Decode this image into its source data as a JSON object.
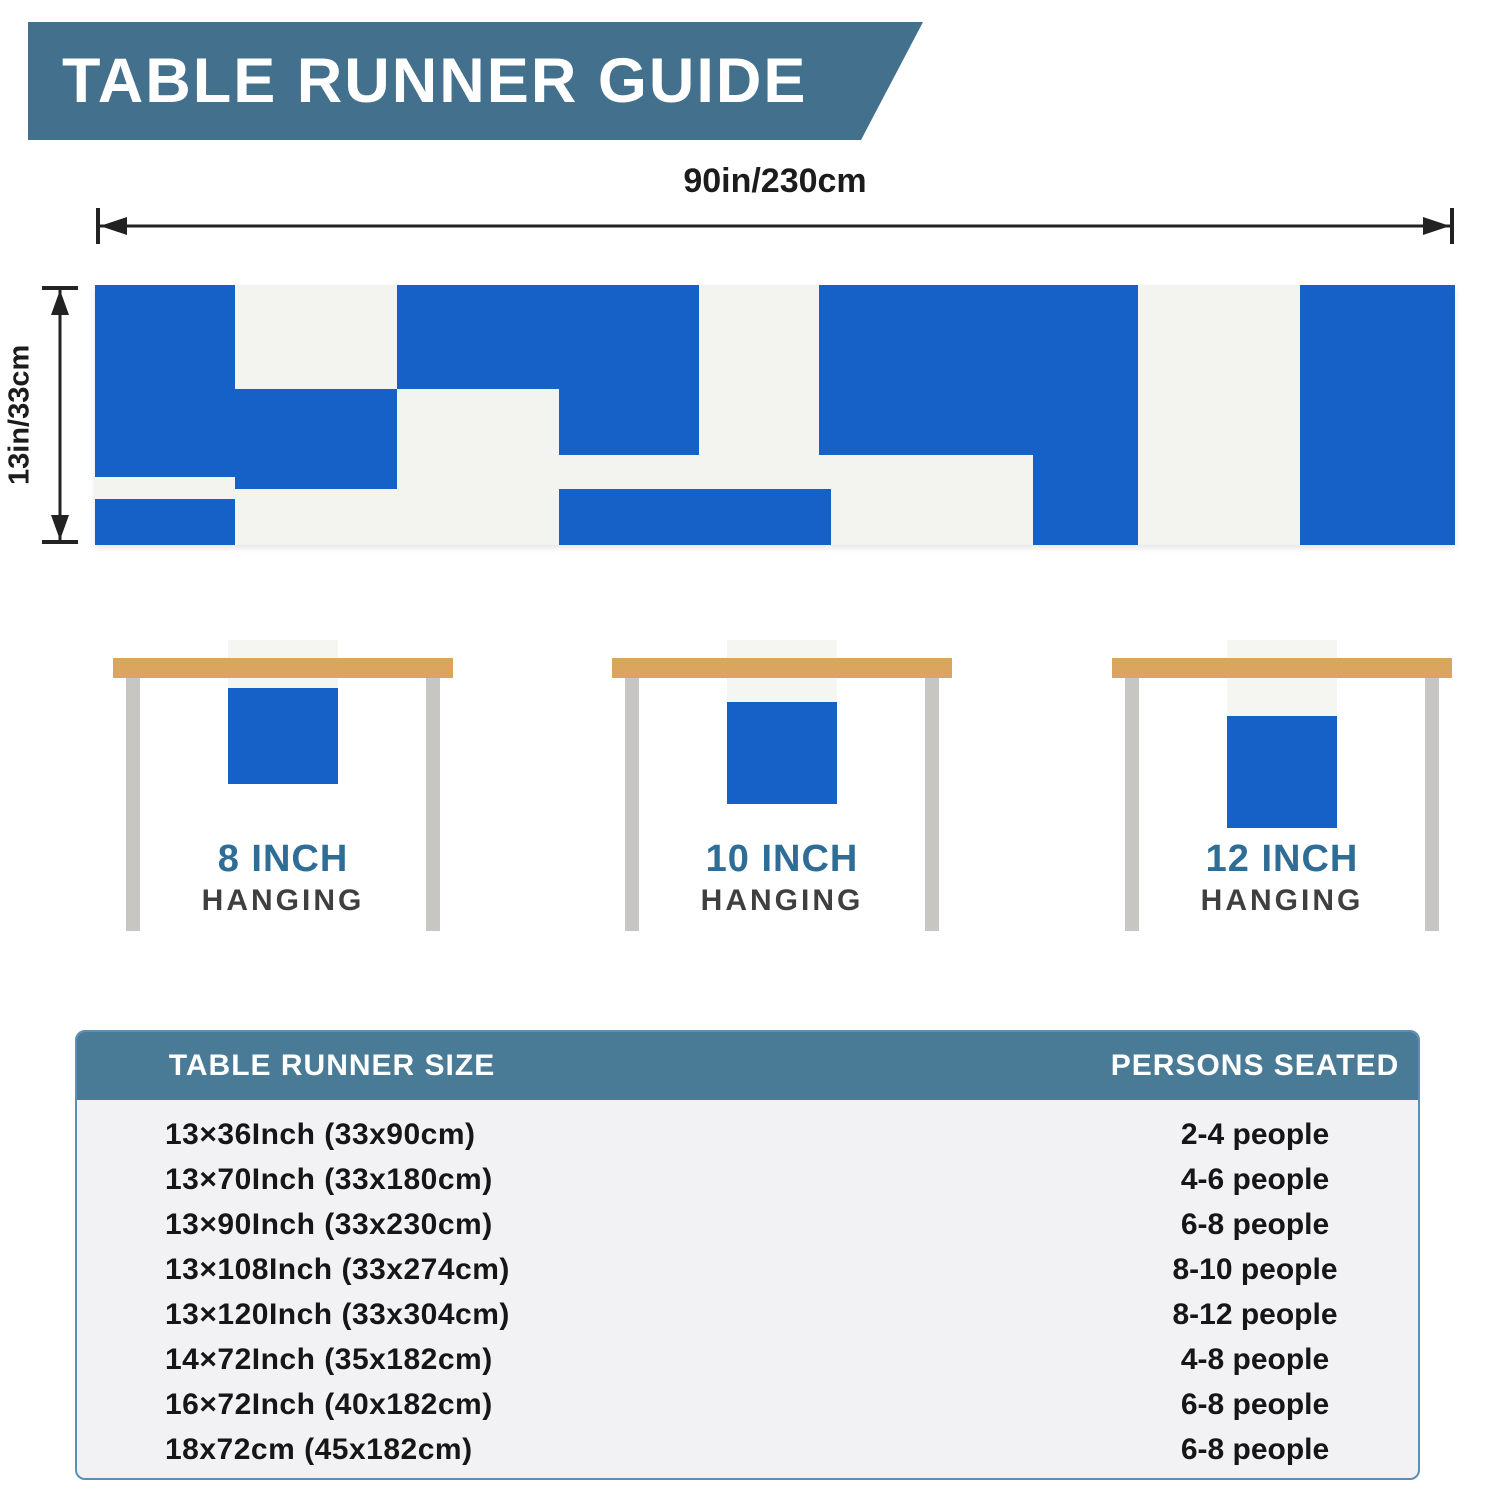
{
  "banner": {
    "title": "TABLE RUNNER GUIDE"
  },
  "measurements": {
    "width": "90in/230cm",
    "height": "13in/33cm"
  },
  "colors": {
    "banner_bg": "#42708d",
    "flag_blue": "#1561c8",
    "runner_white": "#f3f3f0",
    "tabletop_tan": "#d9a55f",
    "leg_gray": "#c8c6c3",
    "table_header_bg": "#497b97",
    "accent_blue": "#2e6d96",
    "card_border": "#5d8fb3",
    "card_bg": "#f2f2f4"
  },
  "hanging_options": [
    {
      "size": "8 INCH",
      "label": "HANGING"
    },
    {
      "size": "10 INCH",
      "label": "HANGING"
    },
    {
      "size": "12 INCH",
      "label": "HANGING"
    }
  ],
  "size_table": {
    "headers": {
      "size": "TABLE RUNNER SIZE",
      "persons": "PERSONS SEATED"
    },
    "rows": [
      {
        "size": "13×36Inch (33x90cm)",
        "persons": "2-4 people"
      },
      {
        "size": "13×70Inch (33x180cm)",
        "persons": "4-6 people"
      },
      {
        "size": "13×90Inch (33x230cm)",
        "persons": "6-8 people"
      },
      {
        "size": "13×108Inch (33x274cm)",
        "persons": "8-10 people"
      },
      {
        "size": "13×120Inch (33x304cm)",
        "persons": "8-12 people"
      },
      {
        "size": "14×72Inch (35x182cm)",
        "persons": "4-8 people"
      },
      {
        "size": "16×72Inch (40x182cm)",
        "persons": "6-8 people"
      },
      {
        "size": "18x72cm (45x182cm)",
        "persons": "6-8 people"
      }
    ]
  }
}
